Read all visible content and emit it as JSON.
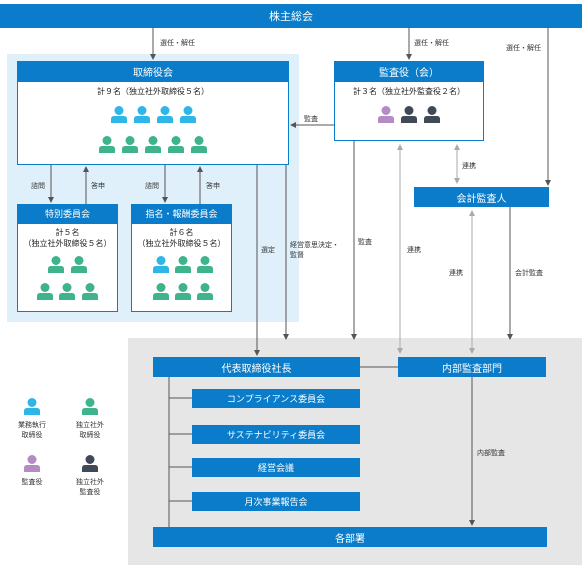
{
  "colors": {
    "blue_bar": "#0a7cc9",
    "light_panel": "#dff0fb",
    "gray_panel": "#e6e6e6",
    "exec_person": "#2fb6e8",
    "outside_director": "#3fb38c",
    "auditor": "#b48bc4",
    "outside_auditor": "#3f4a56",
    "line": "#555555"
  },
  "shareholders_meeting": "株主総会",
  "board": {
    "title": "取締役会",
    "members": "計９名（独立社外取締役５名）"
  },
  "audit_board": {
    "title": "監査役（会）",
    "members": "計３名（独立社外監査役２名）"
  },
  "special_committee": {
    "title": "特別委員会",
    "members_line1": "計５名",
    "members_line2": "（独立社外取締役５名）"
  },
  "nomination_committee": {
    "title": "指名・報酬委員会",
    "members_line1": "計６名",
    "members_line2": "（独立社外取締役５名）"
  },
  "accounting_auditor": "会計監査人",
  "president": "代表取締役社長",
  "internal_audit_dept": "内部監査部門",
  "committees": [
    "コンプライアンス委員会",
    "サステナビリティ委員会",
    "経営会議",
    "月次事業報告会"
  ],
  "departments": "各部署",
  "labels": {
    "elect_dismiss_1": "選任・解任",
    "elect_dismiss_2": "選任・解任",
    "elect_dismiss_3": "選任・解任",
    "audit_board_to_board": "監査",
    "consult_1": "諮問",
    "report_1": "答申",
    "consult_2": "諮問",
    "report_2": "答申",
    "cooperation_1": "連携",
    "select": "選定",
    "mgmt_decision_1": "経営意思決定・",
    "mgmt_decision_2": "監督",
    "audit": "監査",
    "cooperation_2": "連携",
    "cooperation_3": "連携",
    "accounting_audit": "会計監査",
    "internal_audit": "内部監査"
  },
  "legend": [
    {
      "icon": "exec-director-icon",
      "line1": "業務執行",
      "line2": "取締役"
    },
    {
      "icon": "outside-director-icon",
      "line1": "独立社外",
      "line2": "取締役"
    },
    {
      "icon": "auditor-icon",
      "line1": "監査役",
      "line2": ""
    },
    {
      "icon": "outside-auditor-icon",
      "line1": "独立社外",
      "line2": "監査役"
    }
  ]
}
